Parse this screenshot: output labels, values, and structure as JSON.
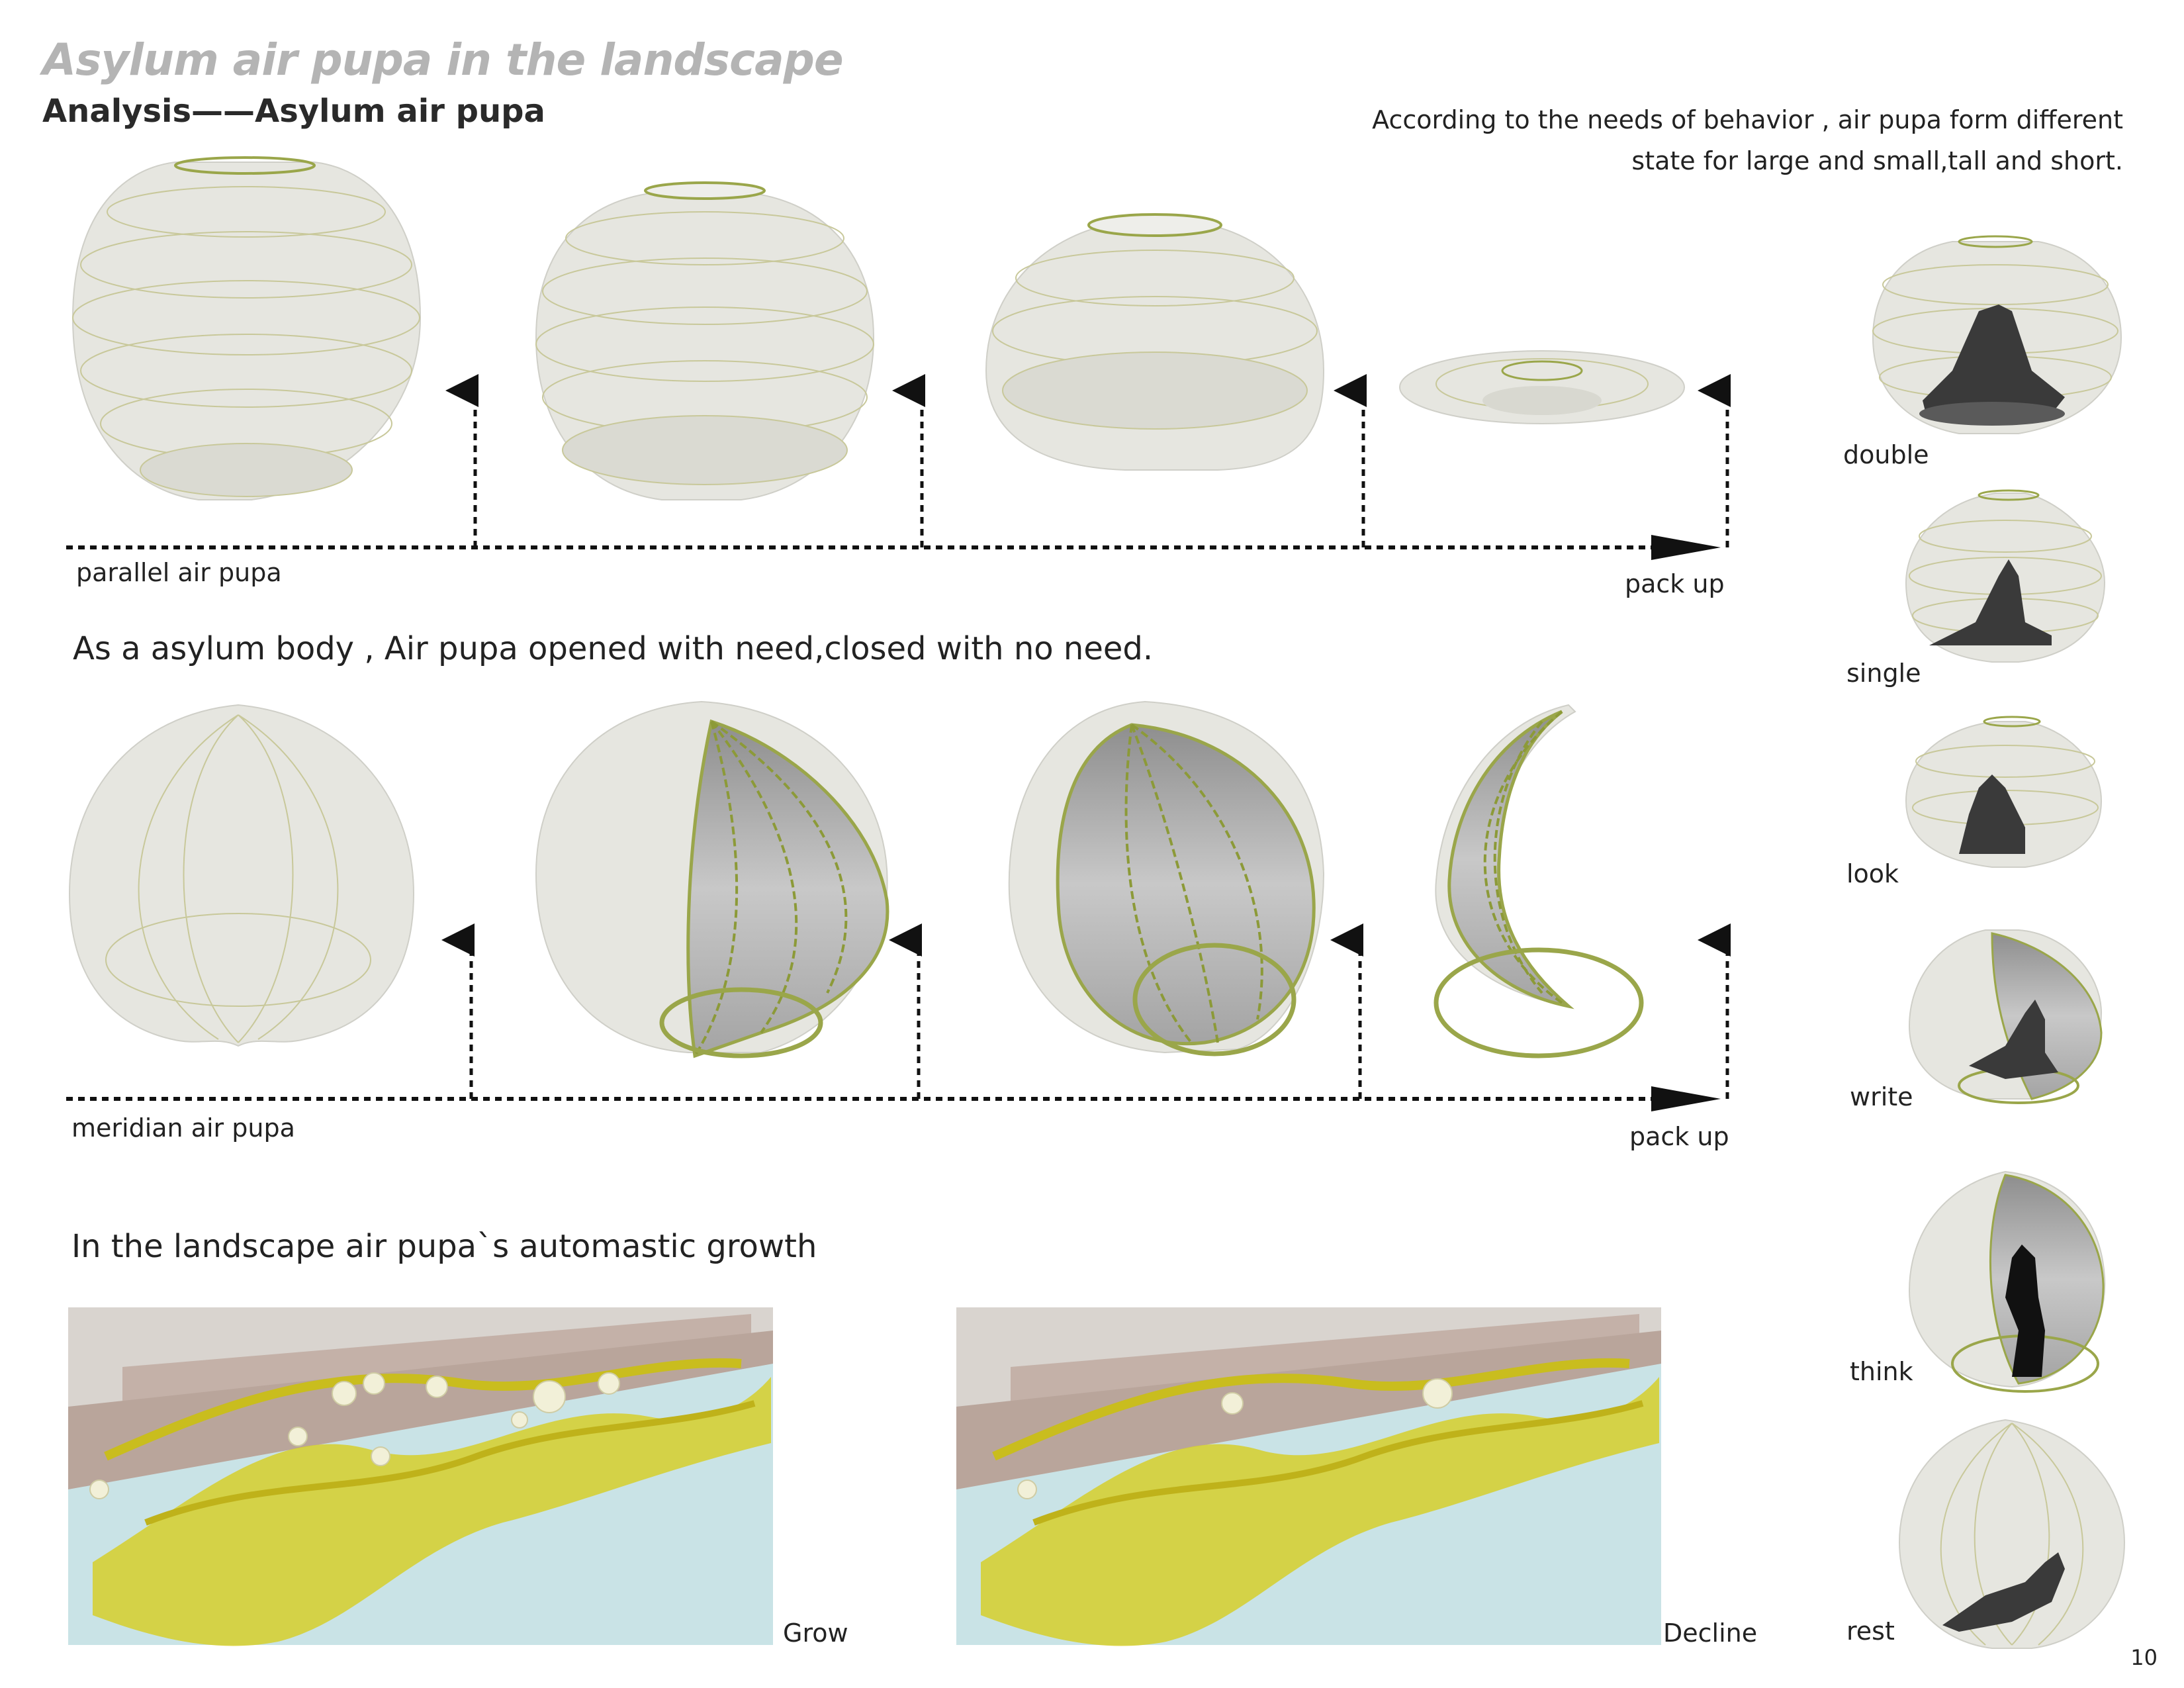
{
  "header": {
    "title": "Asylum air pupa in the landscape",
    "subtitle": "Analysis——Asylum air pupa",
    "description_lines": [
      "According to the needs of behavior , air pupa form different",
      "state for large and small,tall and short."
    ]
  },
  "section_parallel": {
    "start_label": "parallel air pupa",
    "end_label": "pack up"
  },
  "section_meridian": {
    "heading": "As a  asylum body , Air pupa opened with need,closed with no need.",
    "start_label": "meridian air pupa",
    "end_label": "pack up"
  },
  "section_landscape": {
    "heading": "In the landscape air pupa`s automastic growth",
    "grow_label": "Grow",
    "decline_label": "Decline"
  },
  "states": [
    "double",
    "single",
    "look",
    "write",
    "think",
    "rest"
  ],
  "page_number": "10",
  "colors": {
    "wire": "#9aa64a",
    "shell": "#e6e6e0",
    "lattice": "#d6cf2a",
    "water": "#c9e3e6",
    "wall": "#c4b1a8",
    "silhouette": "#3a3a3a"
  }
}
